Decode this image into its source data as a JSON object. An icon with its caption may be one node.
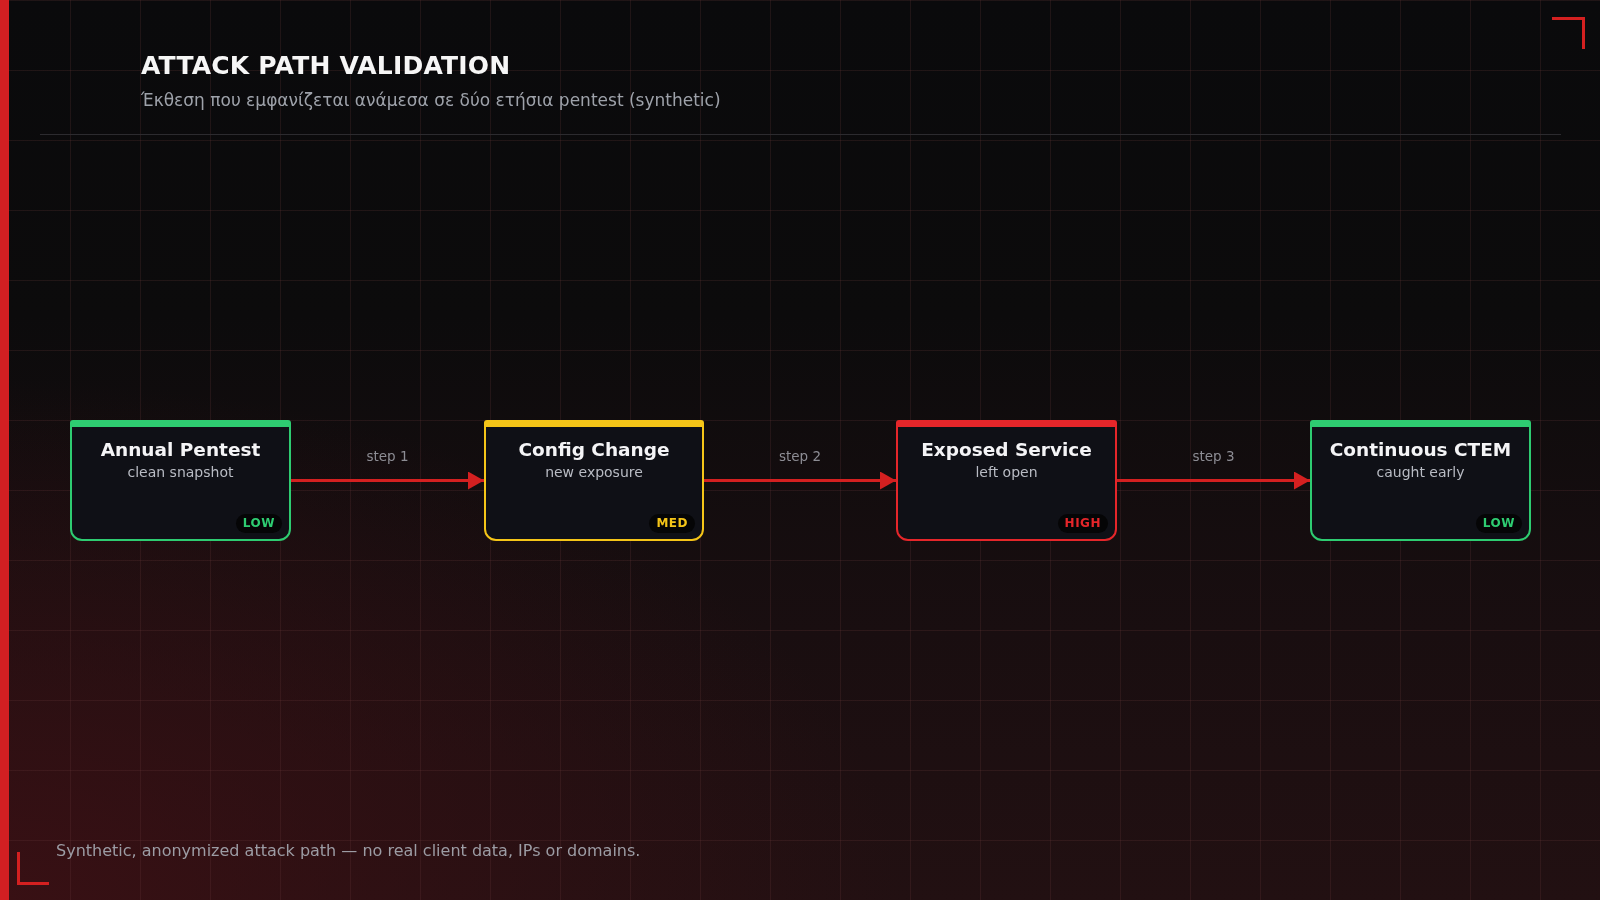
{
  "diagram": {
    "title": "ATTACK PATH VALIDATION",
    "caption": "Synthetic, anonymized attack path — no real client data, IPs or domains.",
    "nodes": [
      {
        "text": [
          "Annual Pentest",
          "clean snapshot",
          "LOW"
        ]
      },
      {
        "text": [
          "Config Change",
          "new exposure",
          "MED"
        ]
      },
      {
        "text": [
          "Exposed Service",
          "left open",
          "HIGH"
        ]
      },
      {
        "text": [
          "Continuous CTEM",
          "caught early",
          "LOW"
        ]
      }
    ],
    "edges": [
      {
        "from": 0,
        "to": 1,
        "arrow": "to",
        "label": "step 1"
      },
      {
        "from": 1,
        "to": 2,
        "arrow": "to",
        "label": "step 2"
      },
      {
        "from": 2,
        "to": 3,
        "arrow": "to",
        "label": "step 3"
      }
    ],
    "labels": [
      "Έκθεση που εμφανίζεται ανάμεσα σε δύο ετήσια pentest (synthetic)"
    ]
  }
}
